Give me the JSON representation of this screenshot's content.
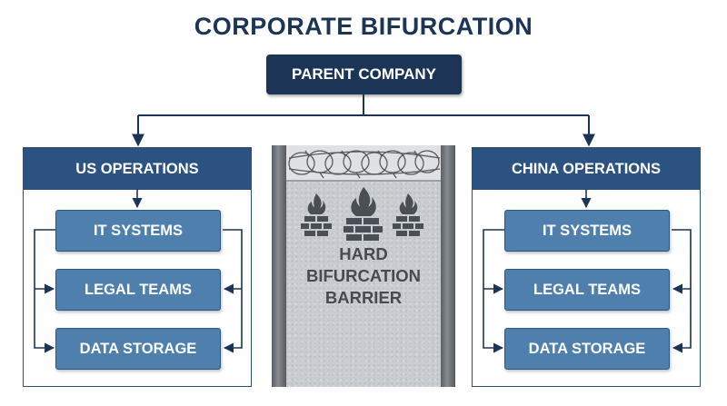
{
  "title": "CORPORATE BIFURCATION",
  "parent": "PARENT COMPANY",
  "us": {
    "header": "US OPERATIONS",
    "units": [
      "IT SYSTEMS",
      "LEGAL TEAMS",
      "DATA STORAGE"
    ]
  },
  "china": {
    "header": "CHINA OPERATIONS",
    "units": [
      "IT SYSTEMS",
      "LEGAL TEAMS",
      "DATA STORAGE"
    ]
  },
  "barrier": {
    "lines": [
      "HARD",
      "BIFURCATION",
      "BARRIER"
    ],
    "icons": [
      "firewall-icon",
      "firewall-icon",
      "firewall-icon",
      "barbed-wire-icon"
    ]
  },
  "colors": {
    "navy": "#1c3557",
    "header_blue": "#2c5282",
    "unit_blue": "#4f7fad",
    "wall_gray": "#c9ccd0",
    "brick": "#4a4f55"
  }
}
